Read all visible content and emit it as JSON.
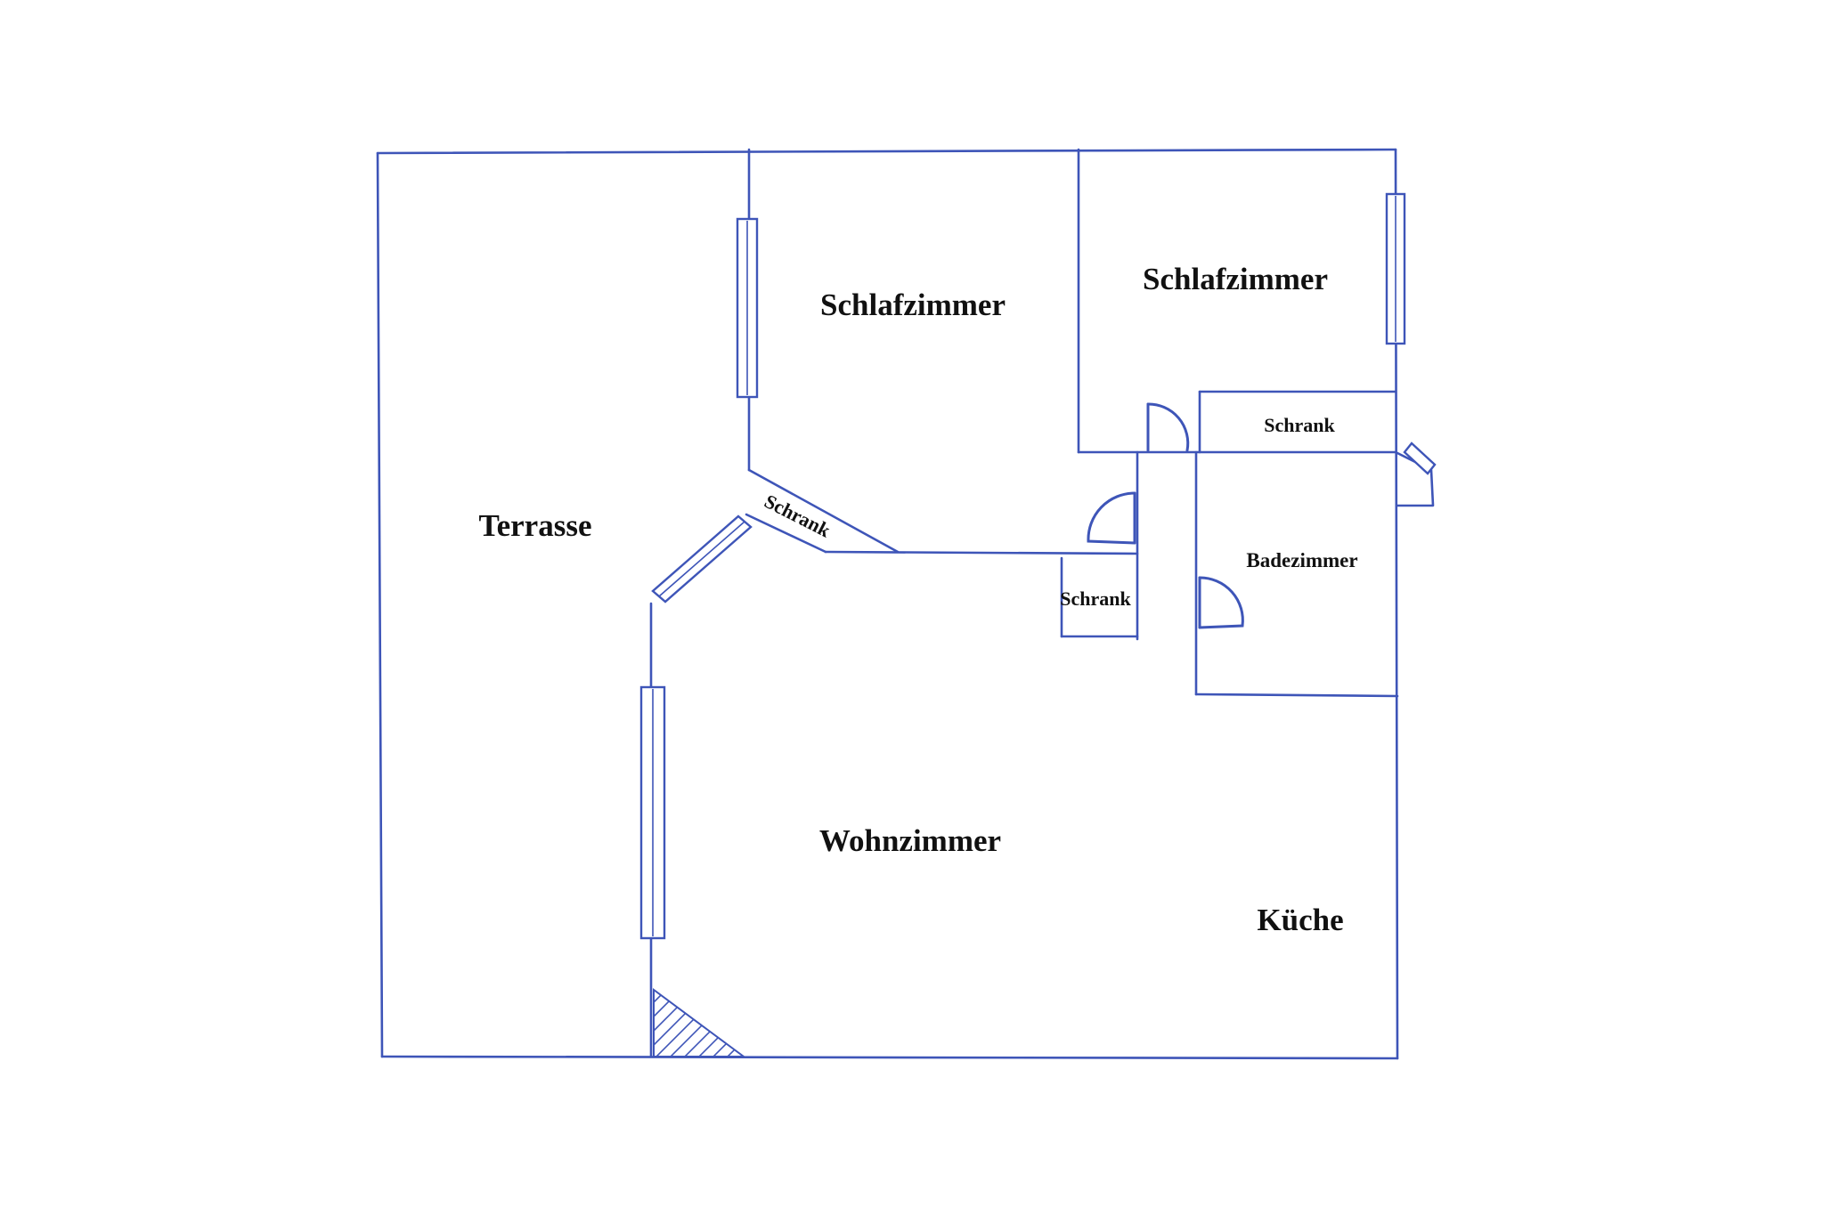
{
  "colors": {
    "line": "#3e55b8",
    "text": "#111111",
    "background": "#ffffff"
  },
  "rooms": {
    "terrace": "Terrasse",
    "bedroom_left": "Schlafzimmer",
    "bedroom_right": "Schlafzimmer",
    "living_room": "Wohnzimmer",
    "kitchen": "Küche",
    "bathroom": "Badezimmer",
    "wardrobe_top": "Schrank",
    "wardrobe_diagonal": "Schrank",
    "wardrobe_hall": "Schrank"
  }
}
